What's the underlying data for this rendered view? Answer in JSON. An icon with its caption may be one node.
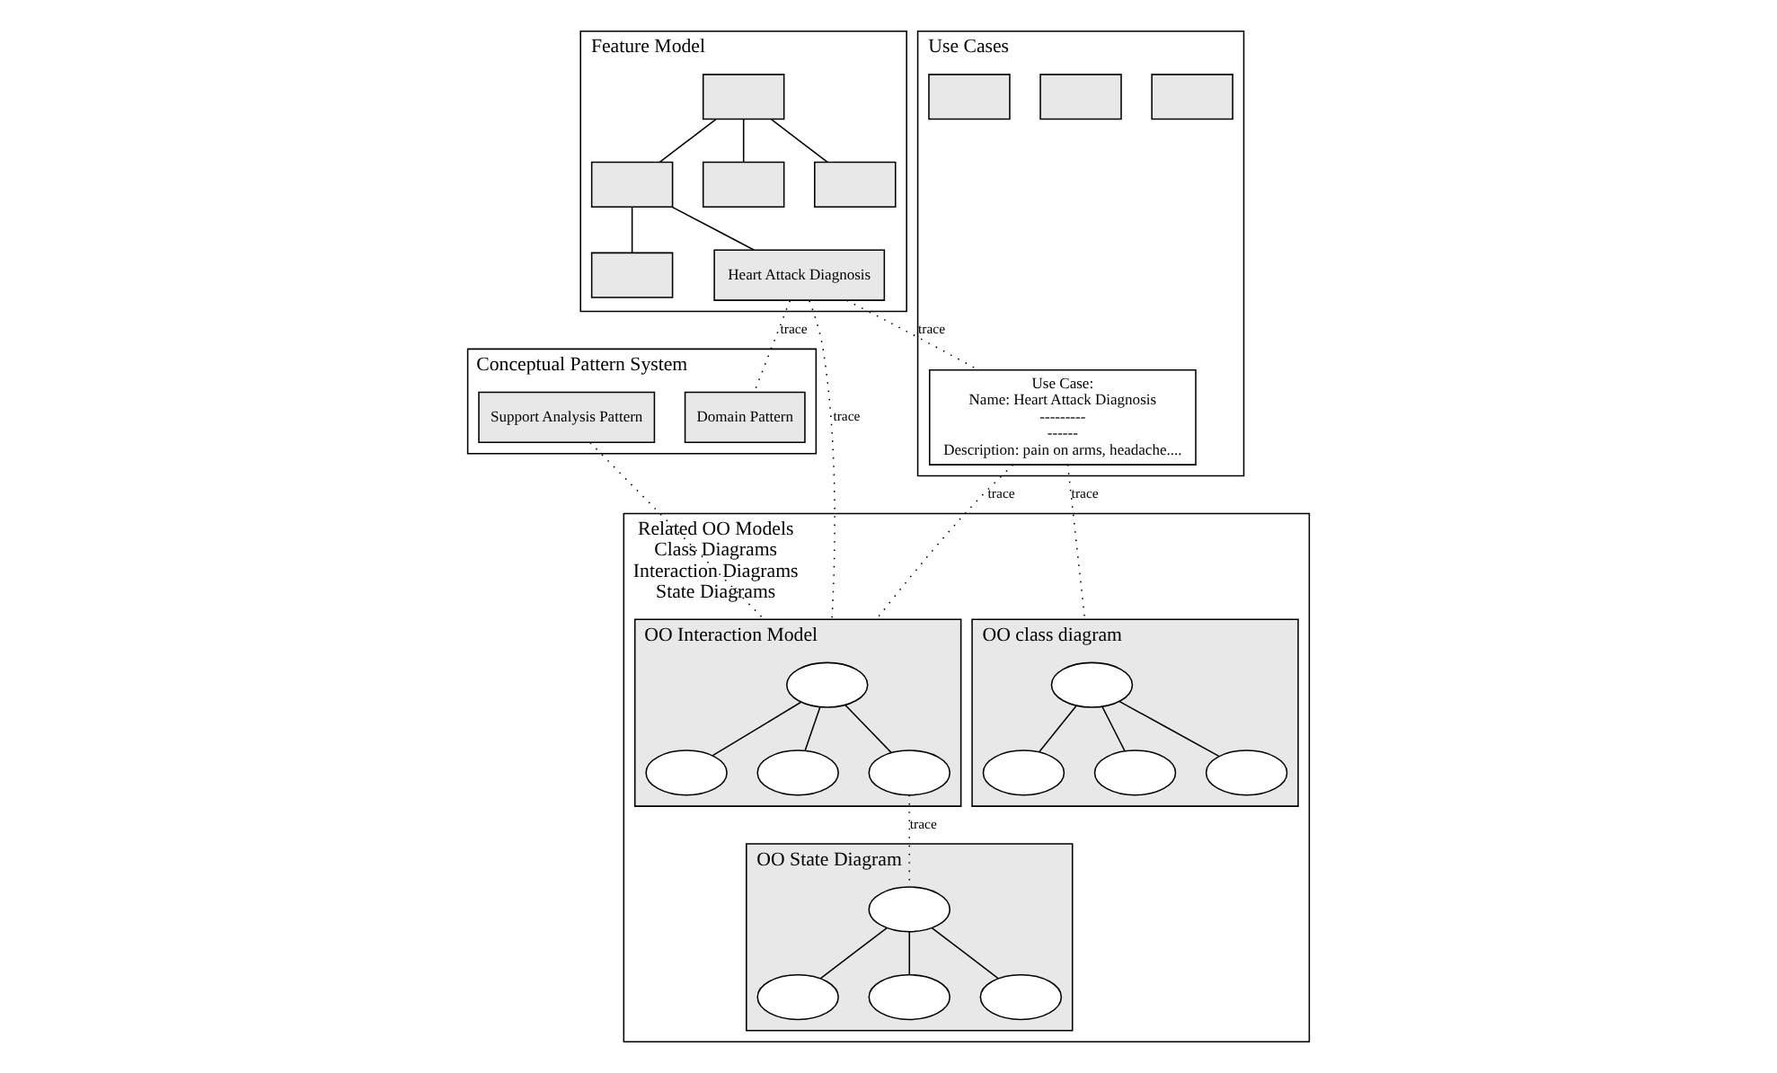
{
  "diagram": {
    "nodes": [
      {
        "text": [
          "Feature Model"
        ]
      },
      {
        "text": [],
        "shape": "box",
        "in": 0
      },
      {
        "text": [],
        "shape": "box",
        "in": 0
      },
      {
        "text": [],
        "shape": "box",
        "in": 0
      },
      {
        "text": [],
        "shape": "box",
        "in": 0
      },
      {
        "text": [],
        "shape": "box",
        "in": 0
      },
      {
        "text": [
          "Heart Attack Diagnosis"
        ],
        "in": 0
      },
      {
        "text": [
          "Conceptual Pattern System"
        ]
      },
      {
        "text": [
          "Domain Pattern"
        ],
        "in": 7
      },
      {
        "text": [
          "Support Analysis Pattern"
        ],
        "in": 7
      },
      {
        "text": [
          "Use Cases"
        ]
      },
      {
        "text": [],
        "shape": "box",
        "in": 10
      },
      {
        "text": [],
        "shape": "box",
        "in": 10
      },
      {
        "text": [],
        "shape": "box",
        "in": 10
      },
      {
        "text": [
          "Use Case:",
          "Name: Heart Attack Diagnosis",
          "---------",
          "------",
          "Description: pain on arms, headache...."
        ],
        "in": 10
      },
      {
        "text": [
          "Related OO Models",
          "Class Diagrams",
          "Interaction Diagrams",
          "State Diagrams"
        ]
      },
      {
        "text": [
          "OO Interaction Model"
        ],
        "in": 15
      },
      {
        "text": [],
        "shape": "ellipse",
        "in": 16
      },
      {
        "text": [],
        "shape": "ellipse",
        "in": 16
      },
      {
        "text": [],
        "shape": "ellipse",
        "in": 16
      },
      {
        "text": [],
        "shape": "ellipse",
        "in": 16
      },
      {
        "text": [
          "OO class diagram"
        ],
        "in": 15
      },
      {
        "text": [],
        "shape": "ellipse",
        "in": 21
      },
      {
        "text": [],
        "shape": "ellipse",
        "in": 21
      },
      {
        "text": [],
        "shape": "ellipse",
        "in": 21
      },
      {
        "text": [],
        "shape": "ellipse",
        "in": 21
      },
      {
        "text": [
          "OO State Diagram"
        ],
        "in": 15
      },
      {
        "text": [],
        "shape": "ellipse",
        "in": 26
      },
      {
        "text": [],
        "shape": "ellipse",
        "in": 26
      },
      {
        "text": [],
        "shape": "ellipse",
        "in": 26
      },
      {
        "text": [],
        "shape": "ellipse",
        "in": 26
      }
    ],
    "edges": [
      {
        "from": 1,
        "to": 2,
        "arrow": "none"
      },
      {
        "from": 1,
        "to": 3,
        "arrow": "none"
      },
      {
        "from": 1,
        "to": 4,
        "arrow": "none"
      },
      {
        "from": 2,
        "to": 5,
        "arrow": "none"
      },
      {
        "from": 2,
        "to": 6,
        "arrow": "none"
      },
      {
        "from": 6,
        "to": 8,
        "arrow": "none",
        "label": "trace",
        "style": "dashed"
      },
      {
        "from": 6,
        "to": 16,
        "arrow": "none",
        "label": "trace",
        "style": "dashed"
      },
      {
        "from": 6,
        "to": 14,
        "arrow": "none",
        "label": "trace",
        "style": "dashed"
      },
      {
        "from": 9,
        "to": 16,
        "arrow": "none",
        "style": "dashed"
      },
      {
        "from": 14,
        "to": 16,
        "arrow": "none",
        "label": "trace",
        "style": "dashed"
      },
      {
        "from": 14,
        "to": 21,
        "arrow": "none",
        "label": "trace",
        "style": "dashed"
      },
      {
        "from": 20,
        "to": 27,
        "arrow": "none",
        "label": "trace",
        "style": "dashed"
      },
      {
        "from": 17,
        "to": 18,
        "arrow": "none"
      },
      {
        "from": 17,
        "to": 19,
        "arrow": "none"
      },
      {
        "from": 17,
        "to": 20,
        "arrow": "none"
      },
      {
        "from": 22,
        "to": 23,
        "arrow": "none"
      },
      {
        "from": 22,
        "to": 24,
        "arrow": "none"
      },
      {
        "from": 22,
        "to": 25,
        "arrow": "none"
      },
      {
        "from": 27,
        "to": 28,
        "arrow": "none"
      },
      {
        "from": 27,
        "to": 29,
        "arrow": "none"
      },
      {
        "from": 27,
        "to": 30,
        "arrow": "none"
      }
    ]
  }
}
